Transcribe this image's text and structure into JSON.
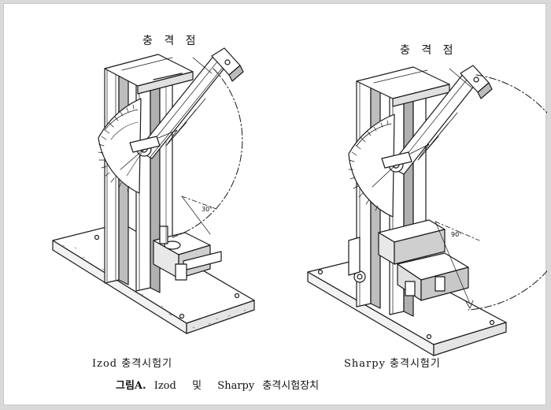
{
  "left_machine": {
    "impact_label": "충 격 점",
    "angle_label": "30°",
    "caption": "Izod 충격시험기"
  },
  "right_machine": {
    "impact_label": "충 격 점",
    "angle_label": "90°",
    "caption": "Sharpy 충격시험기"
  },
  "figure_caption": {
    "number": "그림A.",
    "text": "Izod  및  Sharpy 충격시험장치"
  }
}
